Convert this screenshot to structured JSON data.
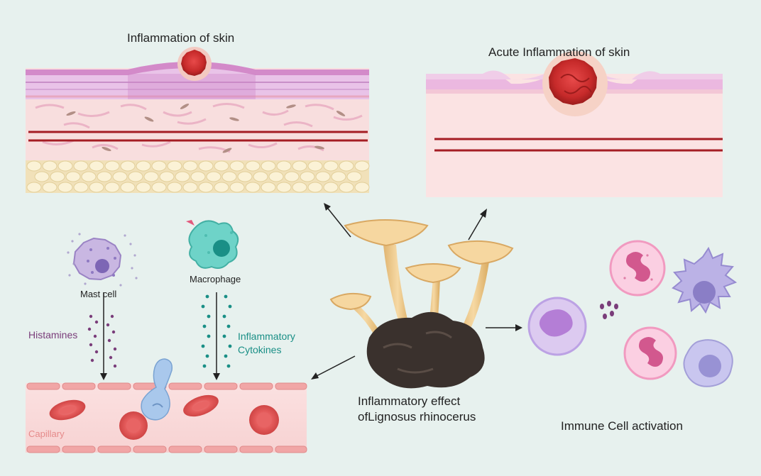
{
  "panels": {
    "skin_inflammation": {
      "title": "Inflammation of skin"
    },
    "acute_inflammation": {
      "title": "Acute Inflammation of skin"
    }
  },
  "cells": {
    "mast_cell": "Mast cell",
    "macrophage": "Macrophage"
  },
  "mediators": {
    "histamines": "Histamines",
    "cytokines_line1": "Inflammatory",
    "cytokines_line2": "Cytokines"
  },
  "vessel": {
    "label": "Capillary"
  },
  "center": {
    "caption_line1": "Inflammatory effect",
    "caption_line2": "ofLignosus rhinocerus"
  },
  "immune": {
    "label": "Immune Cell activation"
  },
  "colors": {
    "background": "#e7f1ee",
    "histamine": "#7a3d7a",
    "cytokine": "#1a8f86",
    "capillary_label": "#e58a8a",
    "blood_red": "#b3202a"
  }
}
